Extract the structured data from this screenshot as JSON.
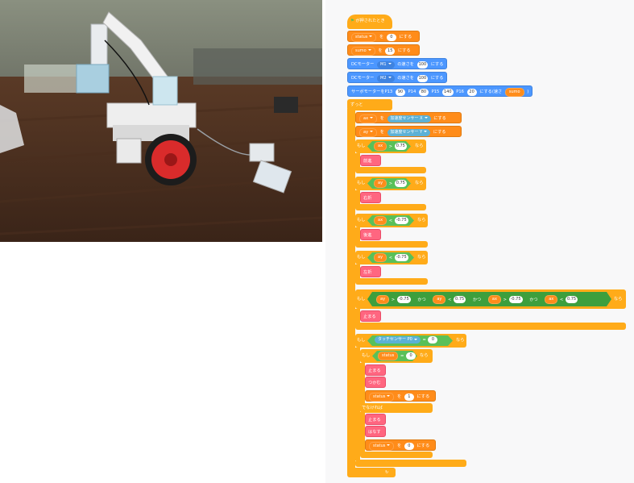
{
  "program": {
    "hat_label": "が押されたとき",
    "set_status": {
      "var": "status",
      "mid": "を",
      "value": "0",
      "end": "にする"
    },
    "set_sumo": {
      "var": "sumo",
      "mid": "を",
      "value": "15",
      "end": "にする"
    },
    "motor1": {
      "label": "DCモーター",
      "port": "M1",
      "mid": "の速さを",
      "value": "100",
      "end": "にする"
    },
    "motor2": {
      "label": "DCモーター",
      "port": "M2",
      "mid": "の速さを",
      "value": "100",
      "end": "にする"
    },
    "servo": {
      "label": "サーボモーターをP13",
      "v1": "90",
      "l2": "P14",
      "v2": "80",
      "l3": "P15",
      "v3": "140",
      "l4": "P16",
      "v4": "20",
      "end": "にする(速さ",
      "speed_var": "sumo",
      "close": ")"
    },
    "forever": "ずっと",
    "set_ax": {
      "var": "ax",
      "mid": "を",
      "sensor": "加速度センサー",
      "axis": "X",
      "end": "にする"
    },
    "set_ay": {
      "var": "ay",
      "mid": "を",
      "sensor": "加速度センサー",
      "axis": "Y",
      "end": "にする"
    },
    "if1": {
      "if": "もし",
      "var": "ax",
      "op": ">",
      "value": "0.75",
      "then": "なら",
      "action": "前進"
    },
    "if2": {
      "if": "もし",
      "var": "ay",
      "op": ">",
      "value": "0.75",
      "then": "なら",
      "action": "右折"
    },
    "if3": {
      "if": "もし",
      "var": "ax",
      "op": "<",
      "value": "-0.75",
      "then": "なら",
      "action": "後進"
    },
    "if4": {
      "if": "もし",
      "var": "ay",
      "op": "<",
      "value": "-0.75",
      "then": "なら",
      "action": "左折"
    },
    "if5": {
      "if": "もし",
      "c1": {
        "var": "ay",
        "op": ">",
        "value": "-0.75"
      },
      "and1": "かつ",
      "c2": {
        "var": "ay",
        "op": "<",
        "value": "0.75"
      },
      "and2": "かつ",
      "c3": {
        "var": "ax",
        "op": ">",
        "value": "-0.75"
      },
      "and3": "かつ",
      "c4": {
        "var": "ax",
        "op": "<",
        "value": "0.75"
      },
      "then": "なら",
      "action": "止まる"
    },
    "if6": {
      "if": "もし",
      "sensor": "タッチセンサー",
      "port": "P0",
      "op": "=",
      "value": "0",
      "then": "なら"
    },
    "ifelse": {
      "if": "もし",
      "var": "status",
      "op": "=",
      "value": "0",
      "then": "なら",
      "else": "でなければ"
    },
    "then_actions": [
      "止まる",
      "つかむ"
    ],
    "set_status_1": {
      "var": "status",
      "mid": "を",
      "value": "1",
      "end": "にする"
    },
    "else_actions": [
      "止まる",
      "はなす"
    ],
    "set_status_0": {
      "var": "status",
      "mid": "を",
      "value": "0",
      "end": "にする"
    }
  },
  "colors": {
    "control": "#ffab19",
    "variables": "#ff8c1a",
    "motion": "#4c97ff",
    "custom": "#ff6680",
    "operators": "#59c059",
    "sensing": "#5cb1d6"
  }
}
